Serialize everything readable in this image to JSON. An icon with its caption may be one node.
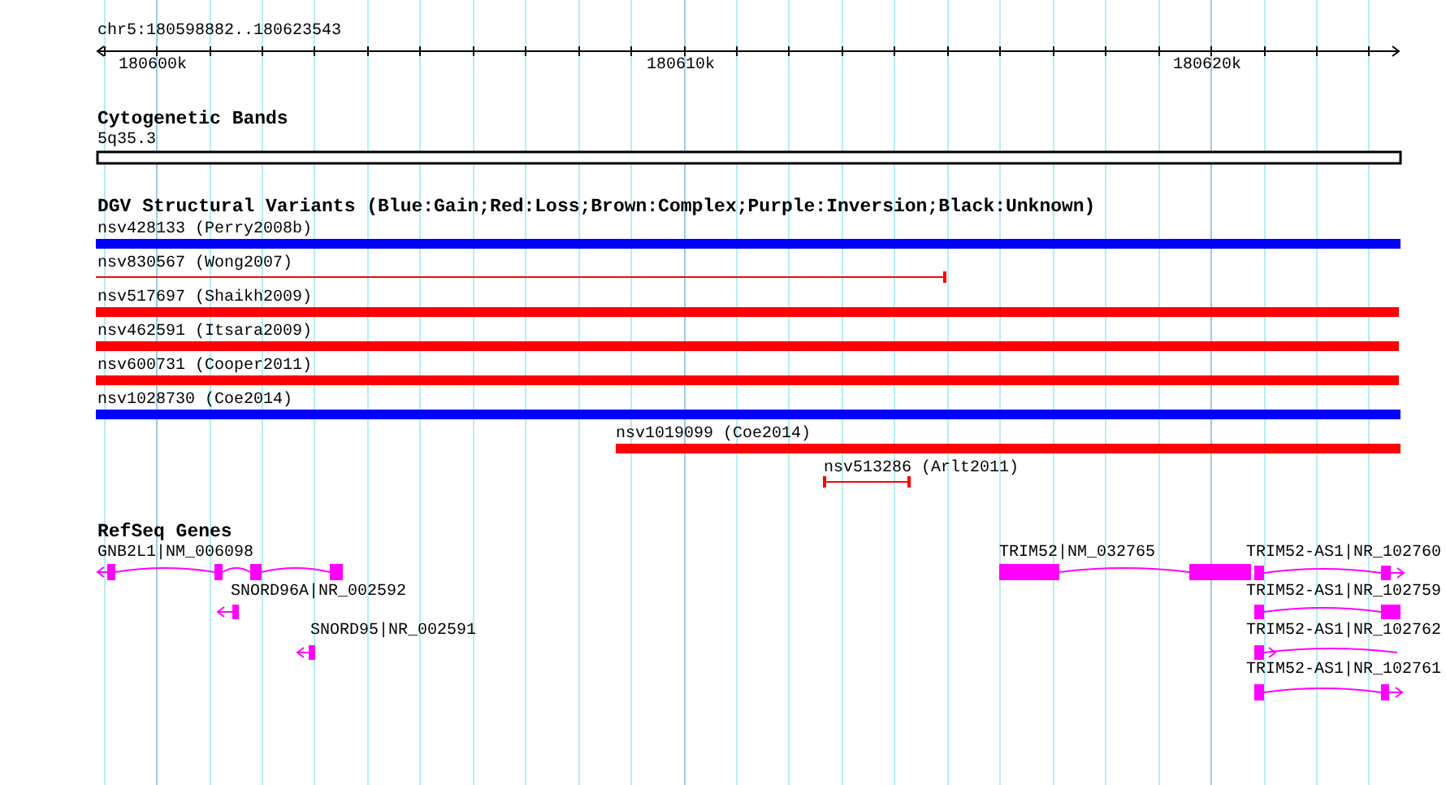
{
  "diagram": {
    "title": "chr5:180598882..180623543",
    "nodes": [
      {
        "text": [
          "Cytogenetic Bands"
        ]
      },
      {
        "text": [
          "5q35.3"
        ],
        "in": 0
      },
      {
        "text": [
          "DGV Structural Variants (Blue:Gain;Red:Loss;Brown:Complex;Purple:Inversion;Black:Unknown)"
        ]
      },
      {
        "text": [
          "nsv428133 (Perry2008b)"
        ],
        "in": 2
      },
      {
        "text": [
          "nsv830567 (Wong2007)"
        ],
        "in": 2
      },
      {
        "text": [
          "nsv517697 (Shaikh2009)"
        ],
        "in": 2
      },
      {
        "text": [
          "nsv462591 (Itsara2009)"
        ],
        "in": 2
      },
      {
        "text": [
          "nsv600731 (Cooper2011)"
        ],
        "in": 2
      },
      {
        "text": [
          "nsv1028730 (Coe2014)"
        ],
        "in": 2
      },
      {
        "text": [
          "nsv1019099 (Coe2014)"
        ],
        "in": 2
      },
      {
        "text": [
          "nsv513286 (Arlt2011)"
        ],
        "in": 2
      },
      {
        "text": [
          "RefSeq Genes"
        ]
      },
      {
        "text": [
          "GNB2L1|NM_006098"
        ],
        "in": 11
      },
      {
        "text": [
          "TRIM52|NM_032765"
        ],
        "in": 11
      },
      {
        "text": [
          "TRIM52-AS1|NR_102760"
        ],
        "in": 11
      },
      {
        "text": [
          "SNORD96A|NR_002592"
        ],
        "in": 11
      },
      {
        "text": [
          "TRIM52-AS1|NR_102759"
        ],
        "in": 11
      },
      {
        "text": [
          "SNORD95|NR_002591"
        ],
        "in": 11
      },
      {
        "text": [
          "TRIM52-AS1|NR_102762"
        ],
        "in": 11
      },
      {
        "text": [
          "TRIM52-AS1|NR_102761"
        ],
        "in": 11
      }
    ],
    "labels": [
      "180600k",
      "180610k",
      "180620k"
    ]
  }
}
